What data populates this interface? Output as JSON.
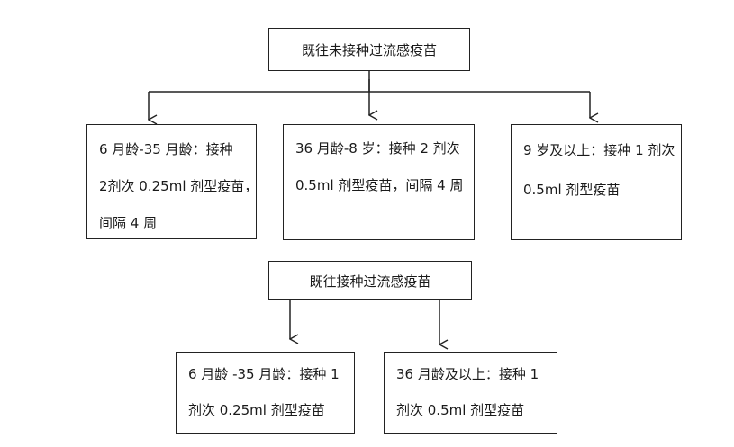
{
  "diagram": {
    "section_unvaccinated": {
      "title": "既往未接种过流感疫苗",
      "branches": [
        {
          "lines": [
            "6 月龄-35 月龄：接种",
            "2剂次 0.25ml 剂型疫苗，",
            "间隔 4 周"
          ]
        },
        {
          "lines": [
            "36 月龄-8 岁：接种 2 剂次",
            "0.5ml 剂型疫苗，间隔 4 周"
          ]
        },
        {
          "lines": [
            "9 岁及以上：接种 1 剂次",
            "0.5ml 剂型疫苗"
          ]
        }
      ]
    },
    "section_vaccinated": {
      "title": "既往接种过流感疫苗",
      "branches": [
        {
          "lines": [
            "6 月龄 -35 月龄：接种 1",
            "剂次 0.25ml 剂型疫苗"
          ]
        },
        {
          "lines": [
            "36 月龄及以上：接种 1",
            "剂次 0.5ml 剂型疫苗"
          ]
        }
      ]
    }
  }
}
